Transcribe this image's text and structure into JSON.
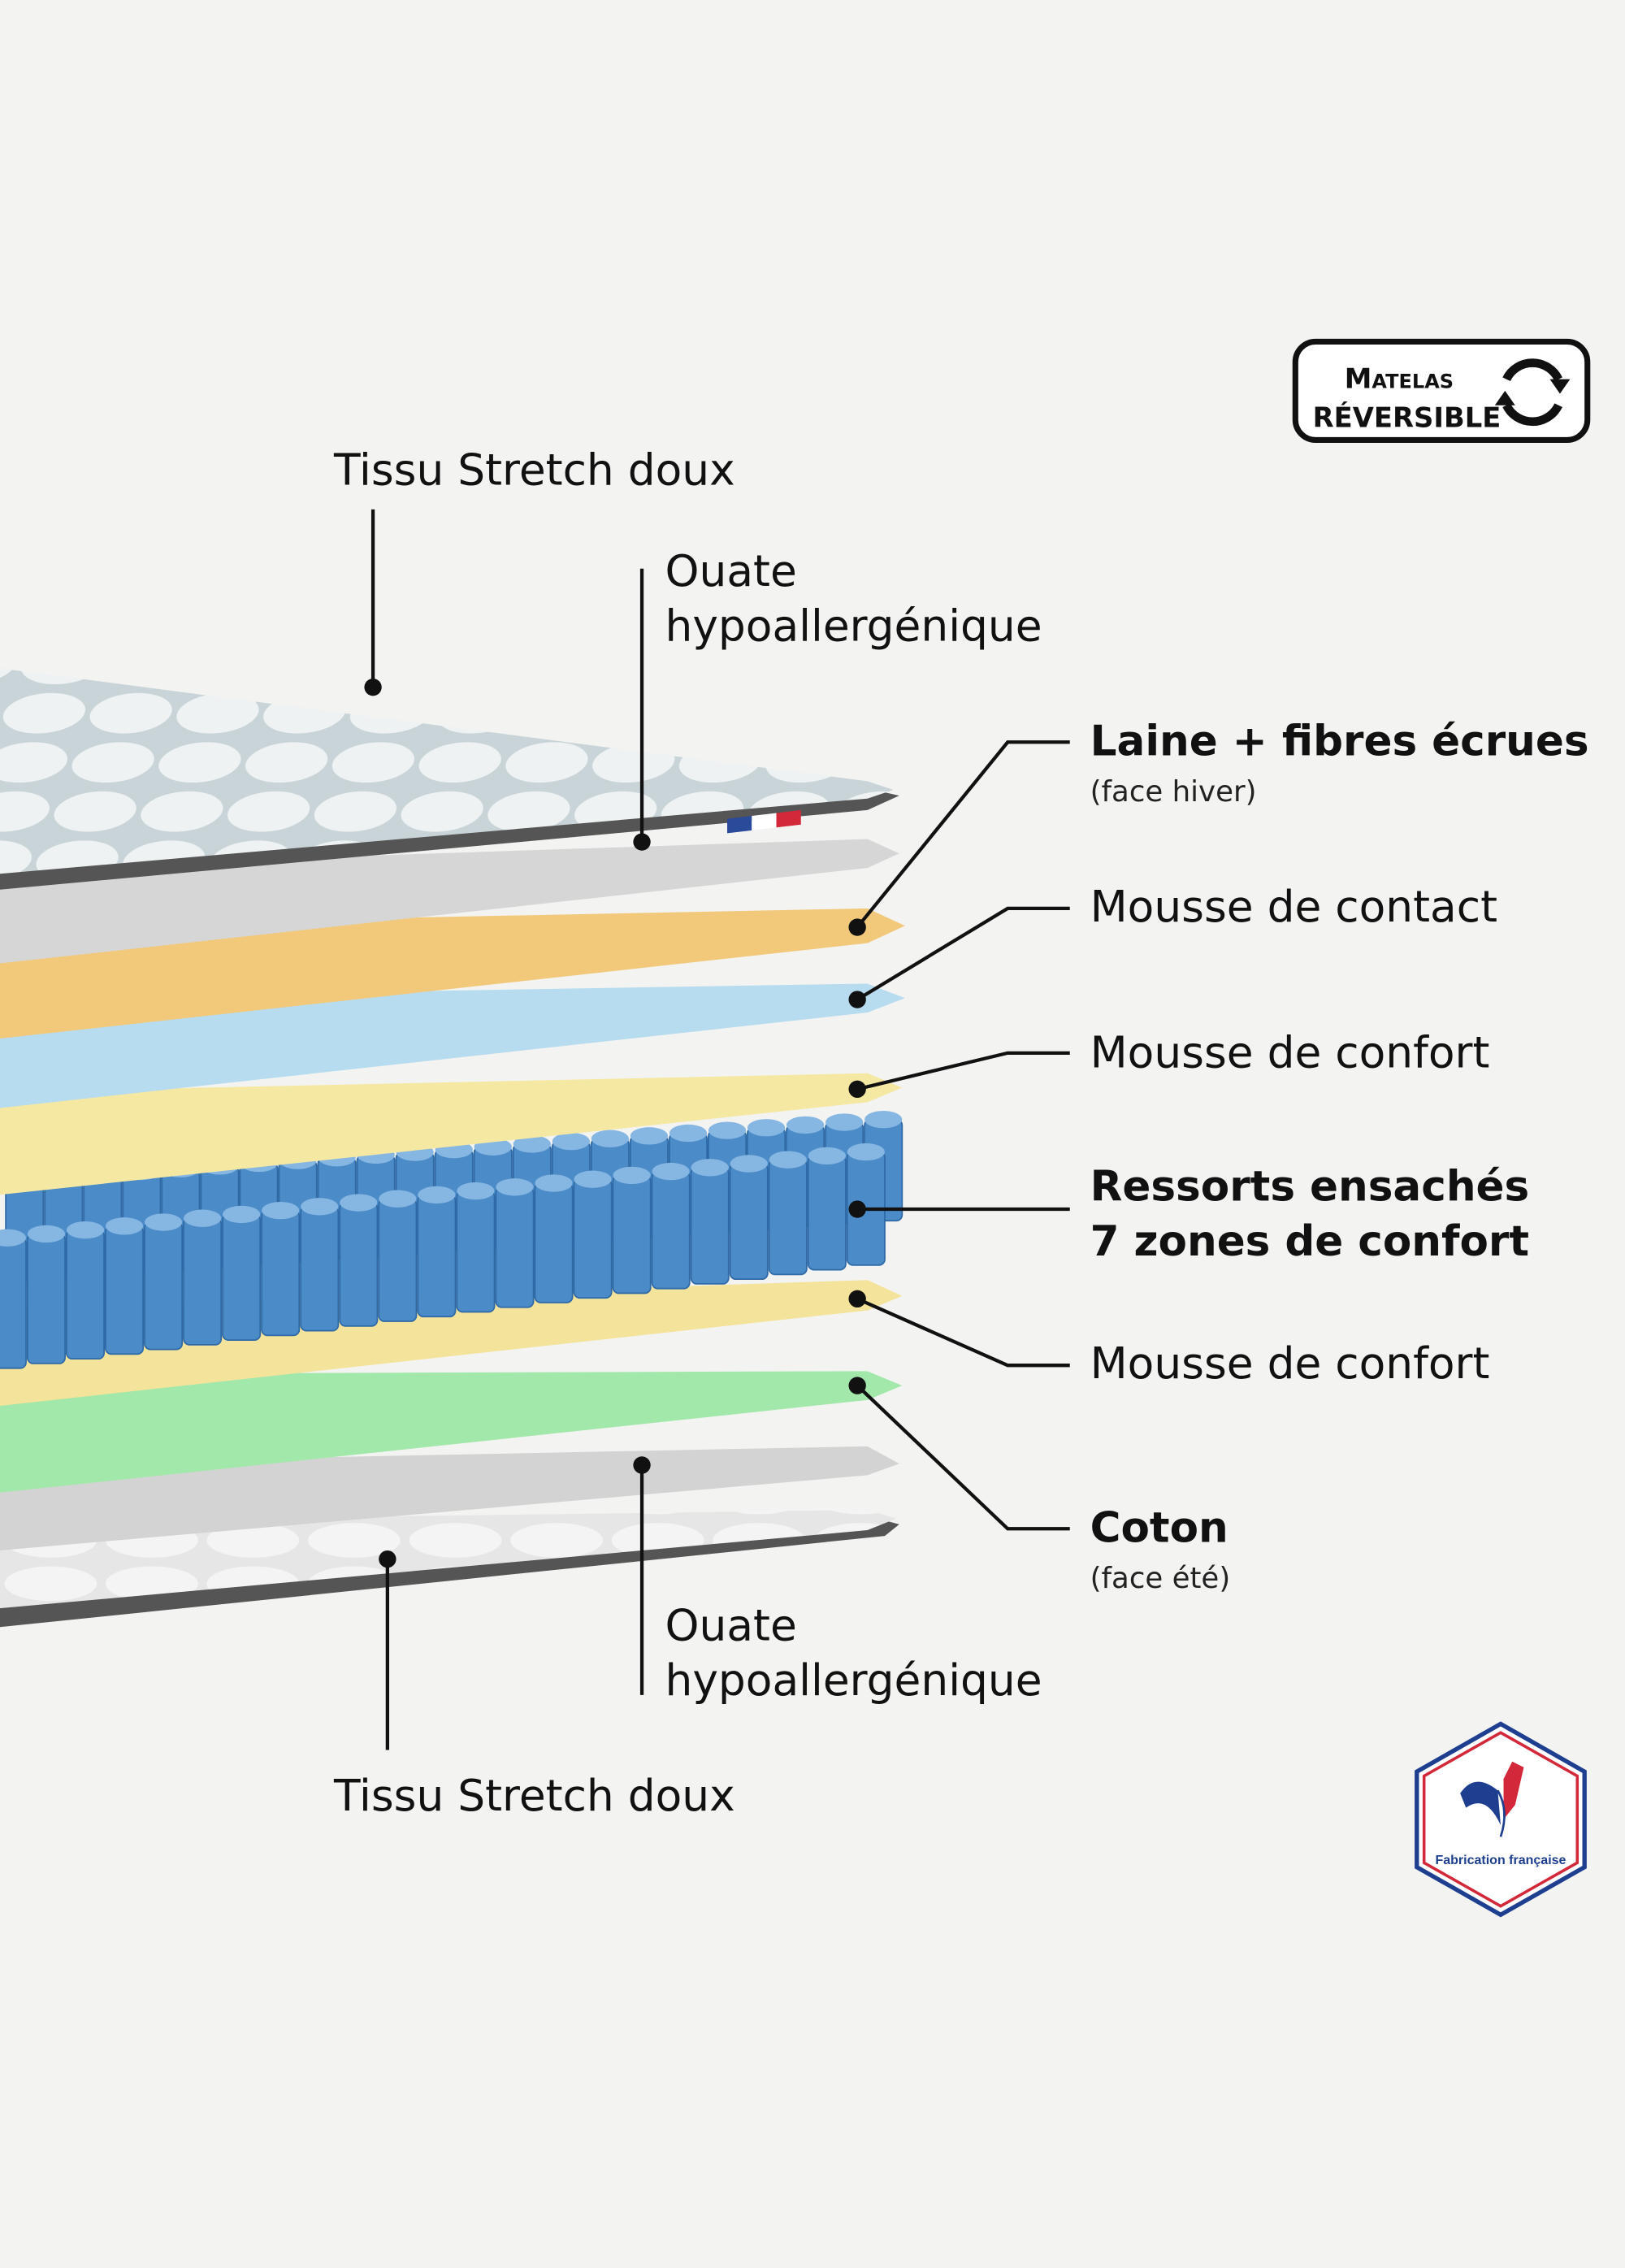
{
  "labels": {
    "top_fabric": "Tissu Stretch doux",
    "top_wadding": [
      "Ouate",
      "hypoallergénique"
    ],
    "wool": {
      "title": "Laine + fibres écrues",
      "sub": "(face hiver)"
    },
    "contact_foam": "Mousse de contact",
    "comfort_foam_top": "Mousse de confort",
    "springs": [
      "Ressorts ensachés",
      "7 zones de confort"
    ],
    "comfort_foam_bottom": "Mousse de confort",
    "cotton": {
      "title": "Coton",
      "sub": "(face été)"
    },
    "bottom_wadding": [
      "Ouate",
      "hypoallergénique"
    ],
    "bottom_fabric": "Tissu Stretch doux"
  },
  "badge": {
    "line1": "Matelas",
    "line2": "RÉVERSIBLE",
    "icon": "reverse-arrows-icon"
  },
  "logo": {
    "text": "Fabrication française",
    "icon": "rooster-icon"
  },
  "colors": {
    "wool": "#f2c97a",
    "contact": "#b7dcef",
    "comfort": "#f4e7a0",
    "springs": "#4a8bc8",
    "cotton": "#a3e8ab",
    "wadding": "#d6d6d6",
    "fabric": "#e9eef0"
  }
}
